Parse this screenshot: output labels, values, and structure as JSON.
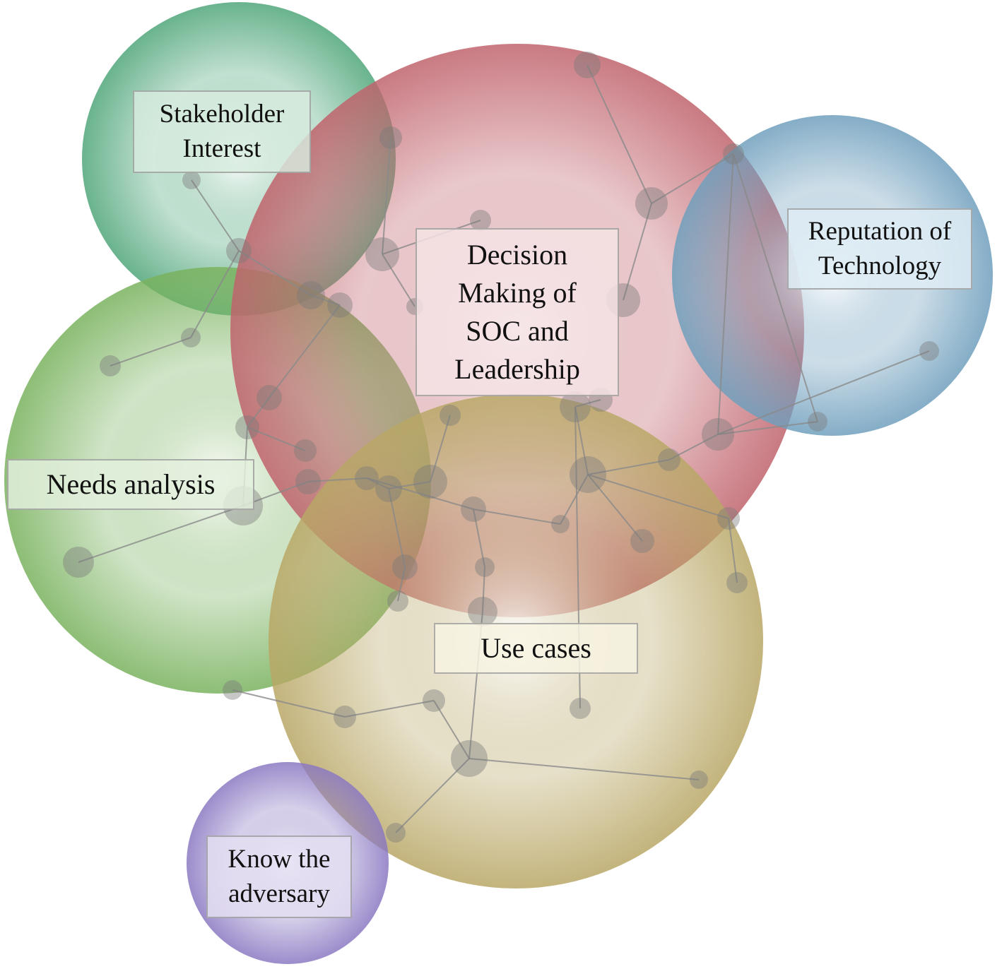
{
  "diagram": {
    "circles": [
      {
        "id": "stakeholder",
        "label": "Stakeholder\nInterest",
        "color": "#4fa67a"
      },
      {
        "id": "decision",
        "label": "Decision\nMaking of\nSOC and\nLeadership",
        "color": "#c0636c"
      },
      {
        "id": "reputation",
        "label": "Reputation of\nTechnology",
        "color": "#6f9fbd"
      },
      {
        "id": "needs",
        "label": "Needs analysis",
        "color": "#79b25e"
      },
      {
        "id": "usecases",
        "label": "Use cases",
        "color": "#b9a766"
      },
      {
        "id": "adversary",
        "label": "Know the\nadversary",
        "color": "#8a78c2"
      }
    ],
    "node_color": "#7a7a7a",
    "edge_color": "#8a8a8a"
  }
}
